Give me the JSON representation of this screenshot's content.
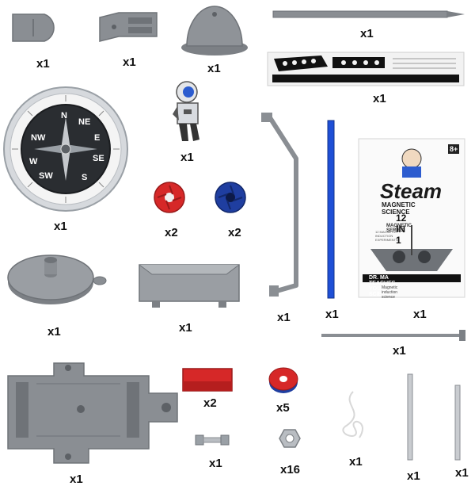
{
  "colors": {
    "plastic_gray": "#8a8e93",
    "plastic_dark": "#6f7378",
    "magnet_red": "#d62828",
    "magnet_blue": "#1f3ea0",
    "rod_blue": "#1e4fd6",
    "metal": "#c9ccd0"
  },
  "parts": [
    {
      "id": "flat-tab",
      "qty": "x1"
    },
    {
      "id": "clip-bracket",
      "qty": "x1"
    },
    {
      "id": "dome-cap",
      "qty": "x1"
    },
    {
      "id": "long-pin",
      "qty": "x1"
    },
    {
      "id": "sticker-strip",
      "qty": "x1"
    },
    {
      "id": "astronaut-figure",
      "qty": "x1"
    },
    {
      "id": "compass",
      "qty": "x1"
    },
    {
      "id": "red-fan-magnet",
      "qty": "x2"
    },
    {
      "id": "blue-fan-magnet",
      "qty": "x2"
    },
    {
      "id": "bent-handle-rod",
      "qty": "x1"
    },
    {
      "id": "blue-rod",
      "qty": "x1"
    },
    {
      "id": "manual",
      "qty": "x1"
    },
    {
      "id": "round-base",
      "qty": "x1"
    },
    {
      "id": "tray",
      "qty": "x1"
    },
    {
      "id": "thin-axle",
      "qty": "x1"
    },
    {
      "id": "main-base-plate",
      "qty": "x1"
    },
    {
      "id": "bar-magnet",
      "qty": "x2"
    },
    {
      "id": "ring-magnet",
      "qty": "x5"
    },
    {
      "id": "bolt",
      "qty": "x1"
    },
    {
      "id": "hex-nut",
      "qty": "x16"
    },
    {
      "id": "string-coil",
      "qty": "x1"
    },
    {
      "id": "metal-rod-long",
      "qty": "x1"
    },
    {
      "id": "metal-rod-short",
      "qty": "x1"
    }
  ],
  "compass": {
    "directions": [
      "N",
      "NE",
      "E",
      "SE",
      "S",
      "SW",
      "W",
      "NW"
    ]
  },
  "manual": {
    "brand": "Steam",
    "subtitle": "MAGNETIC SCIENCE",
    "headline": "12 IN 1",
    "series": "MAGNETIC SERIES",
    "series_detail": "12 MAGNETIC INDUCTION EXPERIMENTS",
    "footer": "DR. MA TEACHES YOU SCIENCE",
    "footer_small": "Magnetic induction science",
    "age": "8+"
  }
}
